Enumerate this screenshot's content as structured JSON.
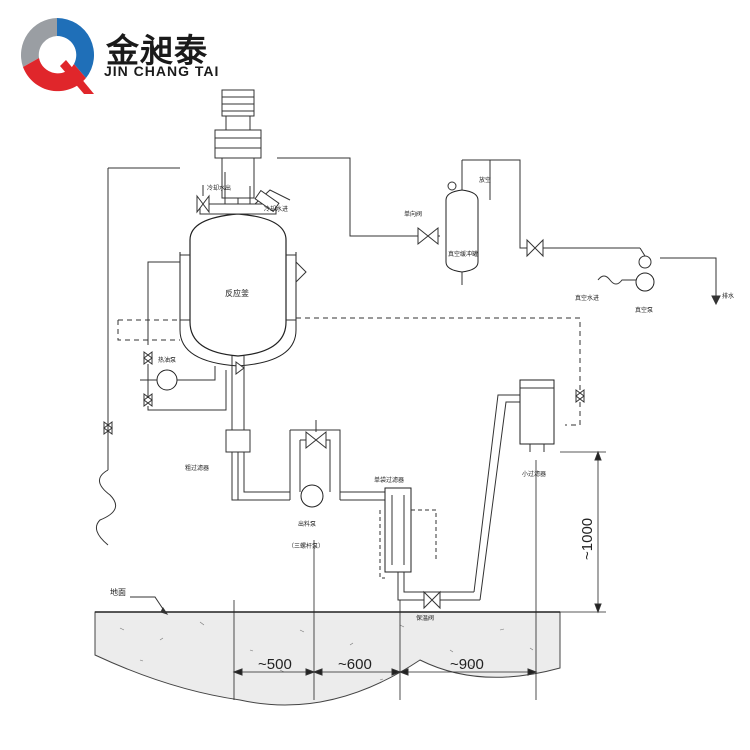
{
  "brand": {
    "name_cn": "金昶泰",
    "name_en": "JIN CHANG TAI",
    "colors": {
      "red": "#e0262b",
      "blue": "#1f6fb8",
      "gray": "#9a9ea3"
    }
  },
  "labels": {
    "reactor": "反应釜",
    "oil_pump": "热油泵",
    "coarse_filter": "粗过滤器",
    "discharge_pump": "出料泵",
    "discharge_pump_type": "（三螺杆泵）",
    "bag_filter": "单袋过滤器",
    "small_filter": "小过滤器",
    "vacuum_buffer": "真空缓冲罐",
    "vacuum_pump": "真空泵",
    "ground": "地面",
    "cooling_water_in": "冷却水进",
    "cooling_water_out": "冷却水出",
    "check_valve": "单向阀",
    "vent": "放空",
    "sewage": "排水",
    "vacuum_water_in": "真空水进",
    "bypass_valve": "保温阀"
  },
  "dimensions": {
    "d1": "~500",
    "d2": "~600",
    "d3": "~900",
    "height": "~1000"
  }
}
